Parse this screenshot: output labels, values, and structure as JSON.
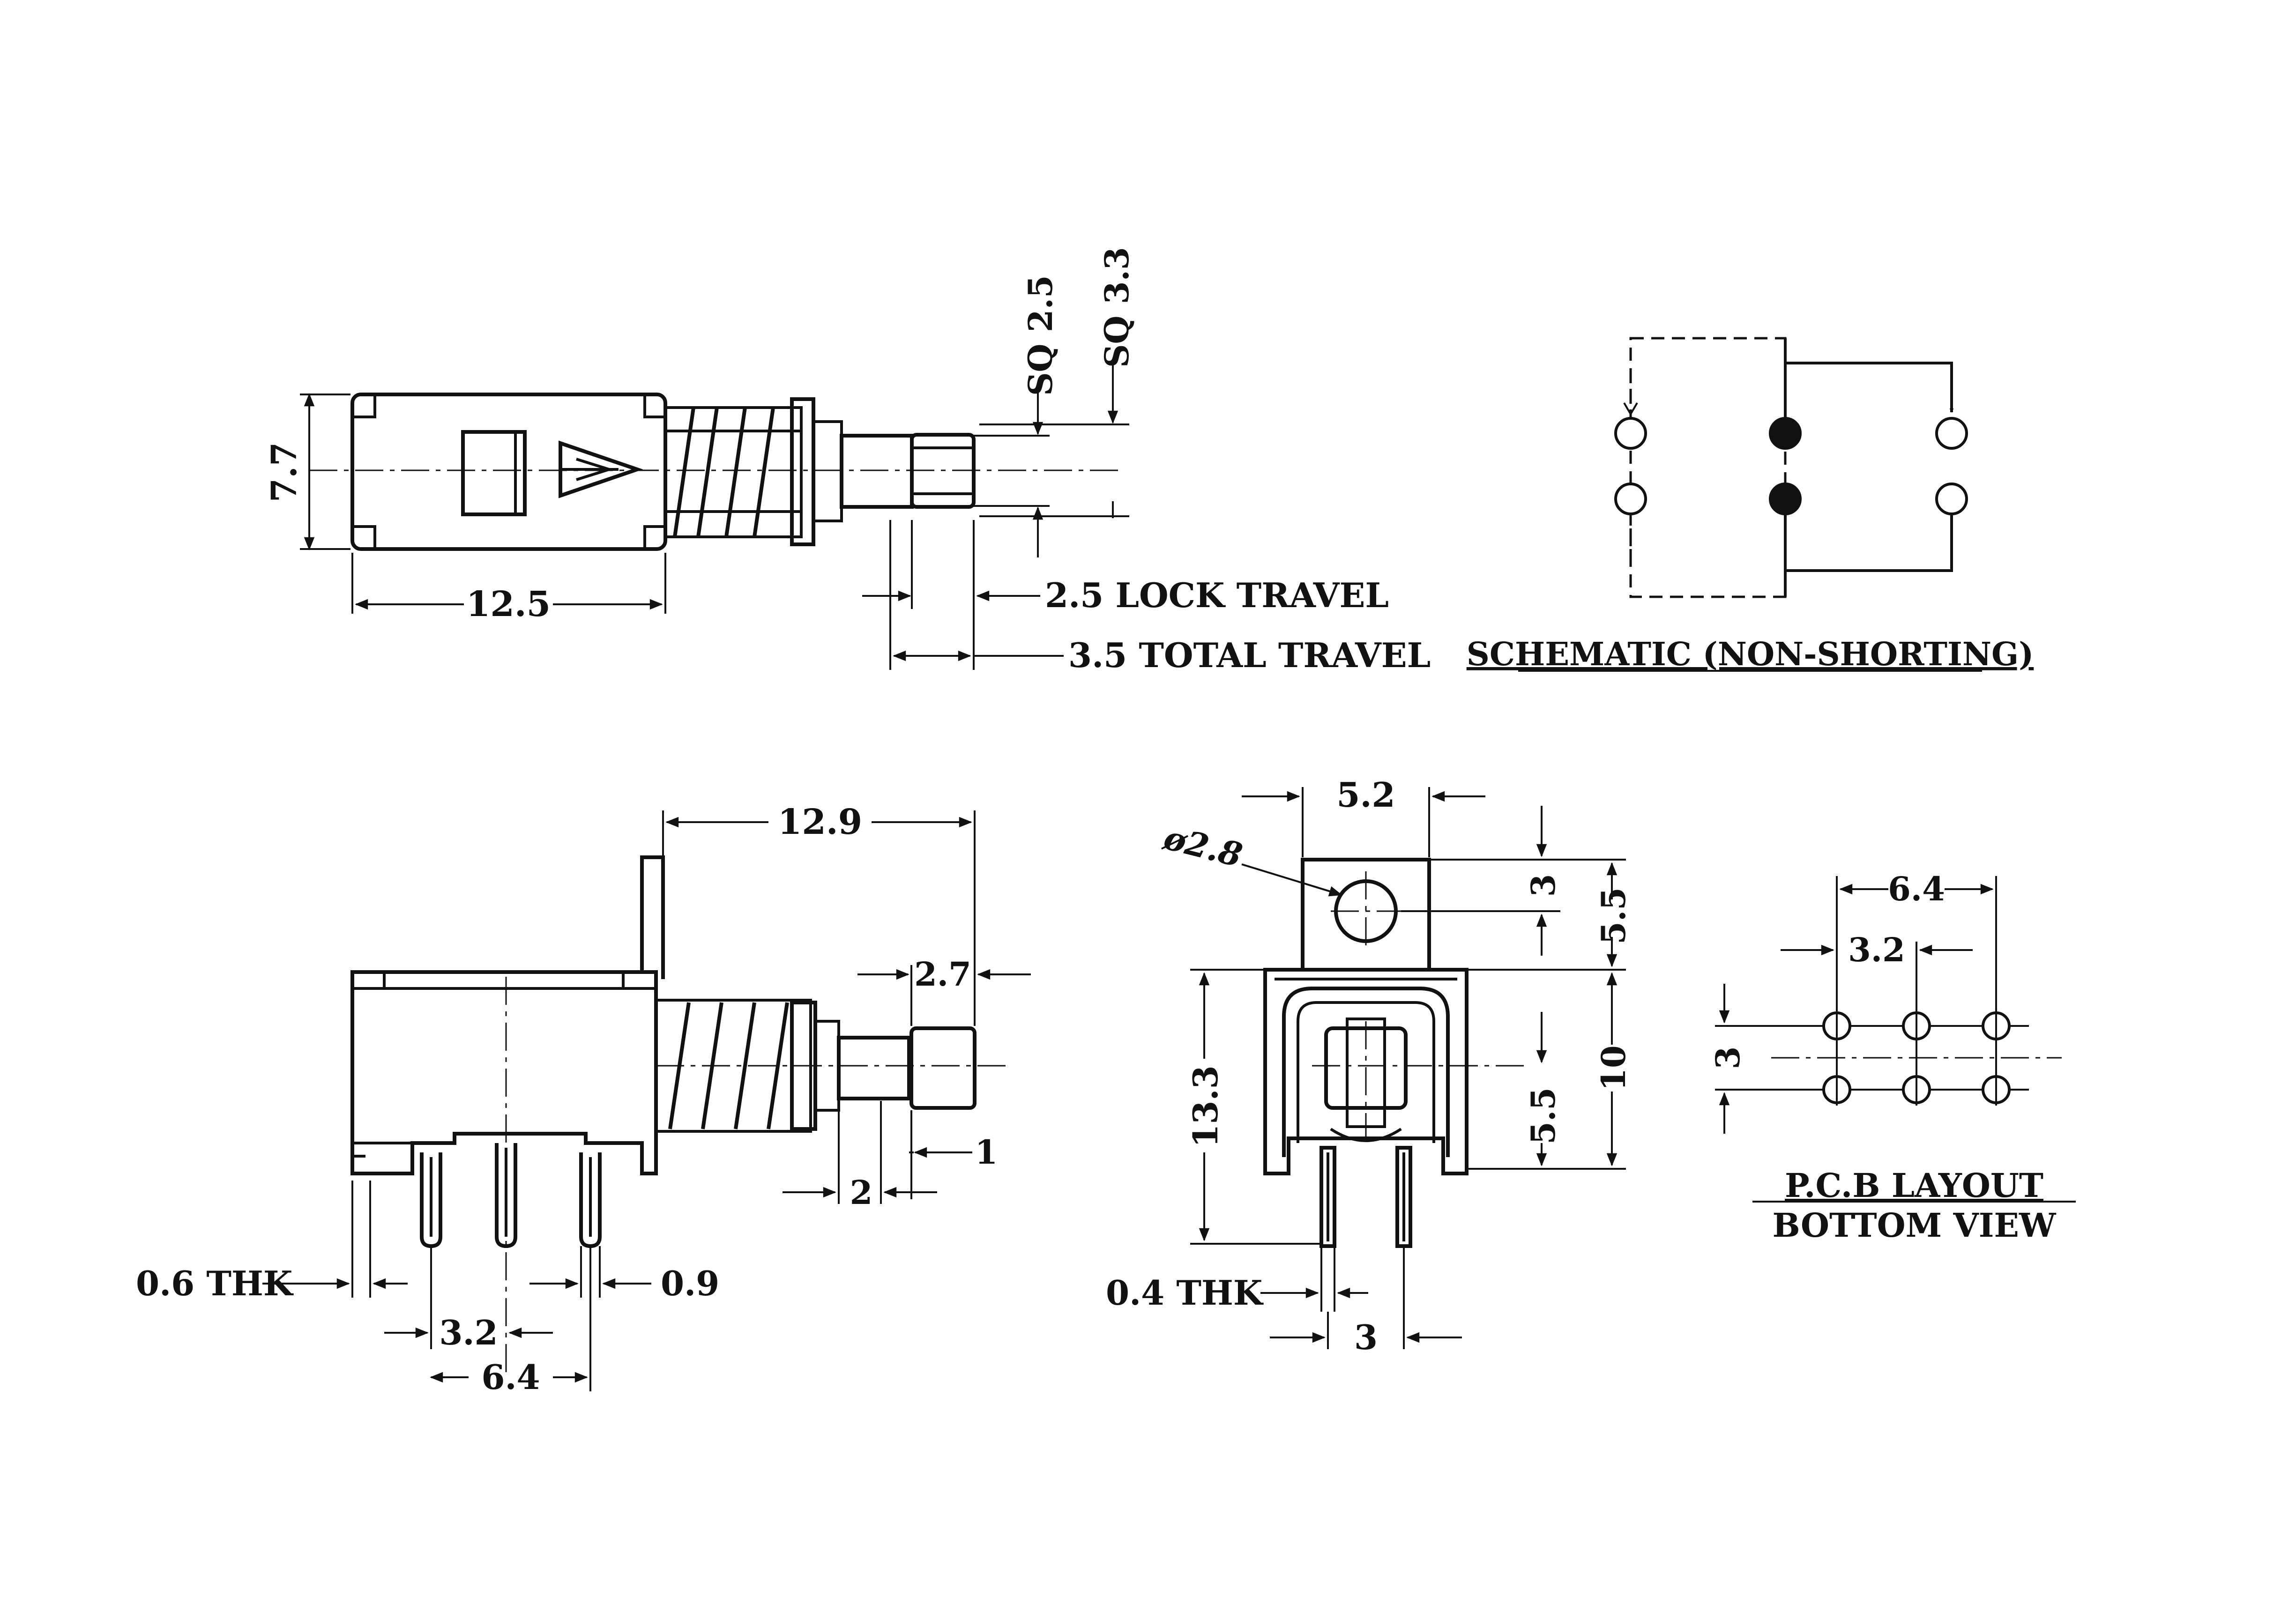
{
  "top_view": {
    "height_dim": "7.7",
    "length_dim": "12.5",
    "sq_small": "SQ 2.5",
    "sq_large": "SQ 3.3",
    "lock_travel": "2.5 LOCK TRAVEL",
    "total_travel": "3.5 TOTAL TRAVEL"
  },
  "schematic": {
    "caption": "SCHEMATIC (NON-SHORTING)"
  },
  "side_view": {
    "length_dim": "12.9",
    "plunger_dim": "2.7",
    "dim_1": "1",
    "dim_2": "2",
    "thickness": "0.6  THK",
    "pin_width": "0.9",
    "pitch_small": "3.2",
    "pitch_large": "6.4"
  },
  "front_view": {
    "width_dim": "5.2",
    "hole_dim": "ø2.8",
    "dim_3": "3",
    "dim_5_5_top": "5.5",
    "height_dim": "13.3",
    "dim_10": "10",
    "dim_5_5_bottom": "5.5",
    "thickness": "0.4  THK",
    "pin_spacing": "3"
  },
  "pcb_layout": {
    "pitch_large": "6.4",
    "pitch_small": "3.2",
    "row_spacing": "3",
    "caption_1": "P.C.B LAYOUT",
    "caption_2": "BOTTOM  VIEW"
  }
}
